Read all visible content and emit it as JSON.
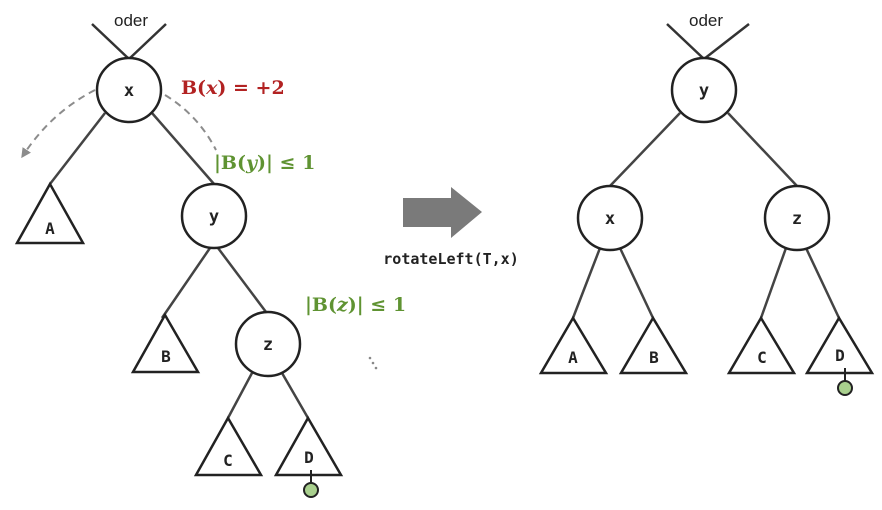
{
  "oder_label": "oder",
  "nodes": {
    "x": "x",
    "y": "y",
    "z": "z"
  },
  "subtrees": {
    "a": "A",
    "b": "B",
    "c": "C",
    "d": "D"
  },
  "operation": "rotateLeft(T,x)",
  "annotations": {
    "balance_x": {
      "prefix": "B(",
      "var": "x",
      "suffix": ") = +2",
      "color": "#b22222"
    },
    "balance_y": {
      "prefix": "|B(",
      "var": "y",
      "suffix": ")| ≤ 1",
      "color": "#5f9332"
    },
    "balance_z": {
      "prefix": "|B(",
      "var": "z",
      "suffix": ")| ≤ 1",
      "color": "#5f9332"
    }
  },
  "colors": {
    "arrow": "#7a7a7a",
    "leaf_marker": "#a9d08e",
    "dashed_arrow": "#8c8c8c"
  }
}
